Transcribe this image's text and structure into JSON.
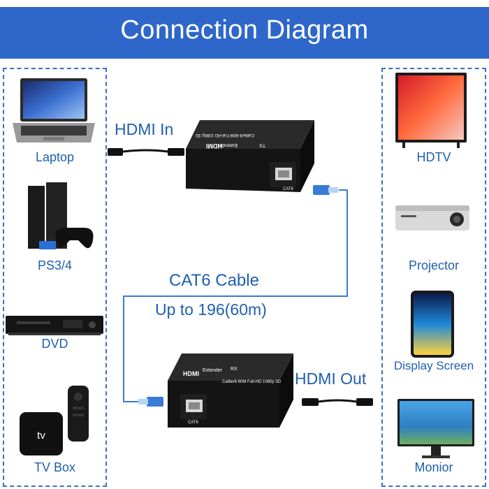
{
  "title": "Connection Diagram",
  "sources": [
    {
      "label": "Laptop",
      "icon": "laptop-icon"
    },
    {
      "label": "PS3/4",
      "icon": "game-console-icon"
    },
    {
      "label": "DVD",
      "icon": "dvd-player-icon"
    },
    {
      "label": "TV Box",
      "icon": "tv-box-icon"
    }
  ],
  "displays": [
    {
      "label": "HDTV",
      "icon": "hdtv-icon"
    },
    {
      "label": "Projector",
      "icon": "projector-icon"
    },
    {
      "label": "Display Screen",
      "icon": "tablet-icon"
    },
    {
      "label": "Monior",
      "icon": "monitor-icon"
    }
  ],
  "hdmi_in_label": "HDMI In",
  "hdmi_out_label": "HDMI Out",
  "cable_label": "CAT6 Cable",
  "distance_label": "Up to 196(60m)",
  "transmitter": {
    "brand": "HDMI",
    "name": "Extender",
    "code": "TX",
    "spec": "Cat6e/6 60M Full-HD 1080p 3D",
    "port": "CAT6"
  },
  "receiver": {
    "brand": "HDMI",
    "name": "Extender",
    "code": "RX",
    "spec": "Cat6e/6 60M Full-HD 1080p 3D",
    "port": "CAT6"
  },
  "colors": {
    "banner": "#2e67c9",
    "label": "#1f5fb0",
    "cable": "#3a7bd5",
    "device": "#111111"
  }
}
